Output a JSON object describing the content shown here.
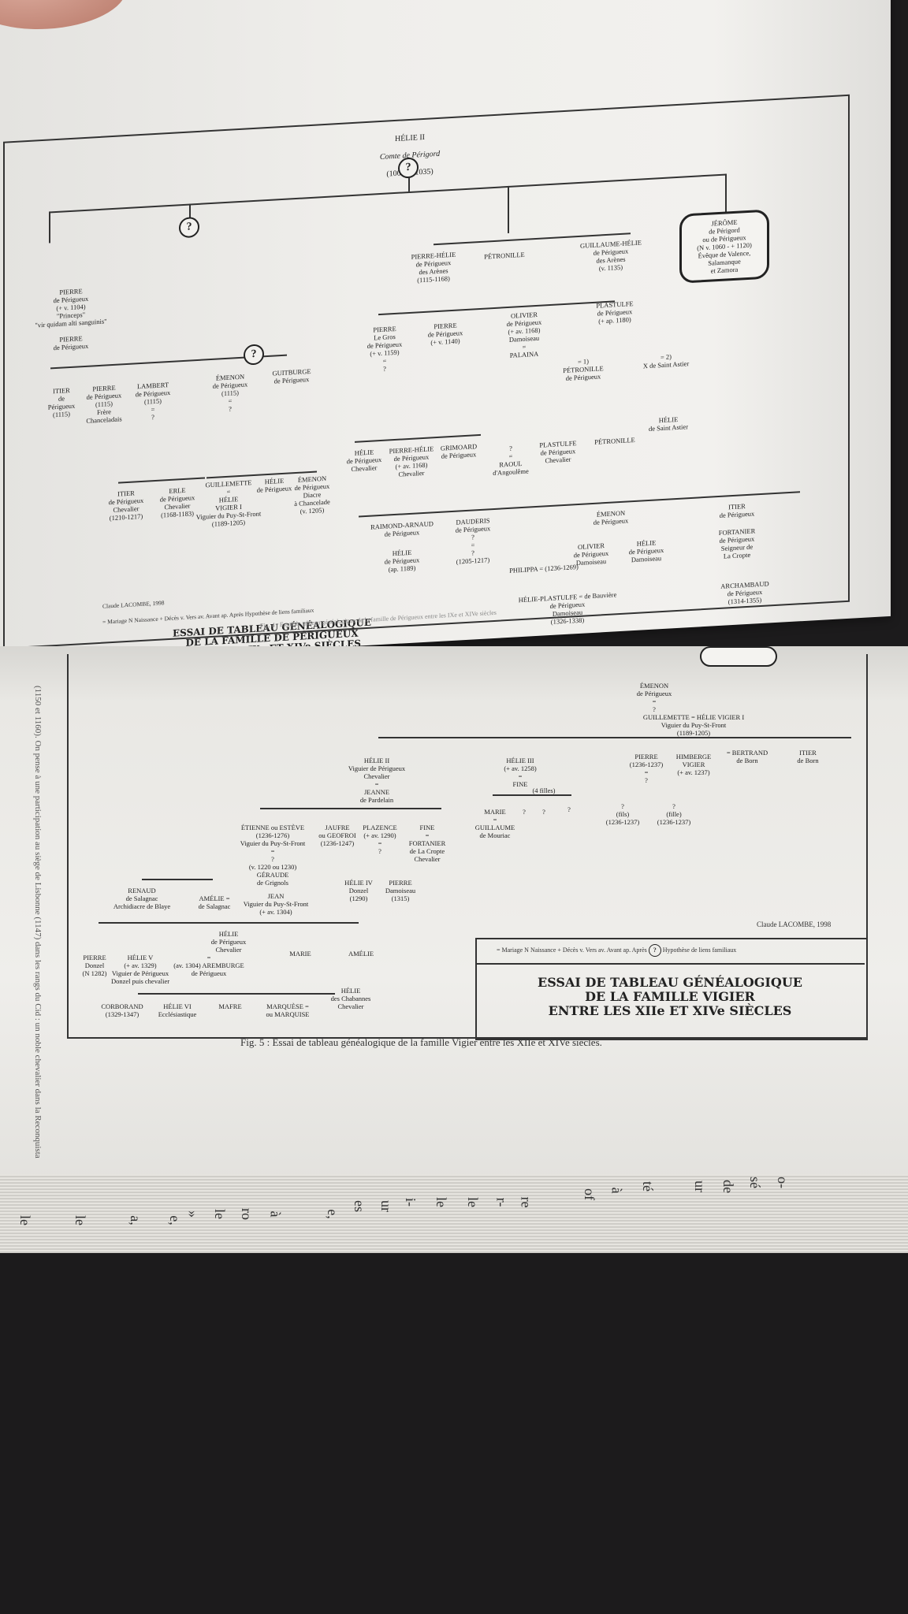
{
  "top_page": {
    "root": {
      "name": "HÉLIE II",
      "title": "Comte de Périgord",
      "dates": "(1008-v. 1035)"
    },
    "nodes_left": [
      {
        "id": "pierre1",
        "text": "PIERRE\nde Périgueux\n(+ v. 1104)\n\"Princeps\"\n\"vir quidam alti sanguinis\""
      },
      {
        "id": "pierre2",
        "text": "PIERRE\nde Périgueux"
      },
      {
        "id": "itier1",
        "text": "ITIER\nde\nPérigueux\n(1115)"
      },
      {
        "id": "pierre3",
        "text": "PIERRE\nde Périgueux\n(1115)\nFrère\nChanceladais"
      },
      {
        "id": "lambert",
        "text": "LAMBERT\nde Périgueux\n(1115)\n=\n?"
      },
      {
        "id": "emenon1",
        "text": "ÉMENON\nde Périgueux\n(1115)\n=\n?"
      },
      {
        "id": "guitburge",
        "text": "GUITBURGE\nde Périgueux"
      },
      {
        "id": "itier2",
        "text": "ITIER\nde Périgueux\nChevalier\n(1210-1217)"
      },
      {
        "id": "erle",
        "text": "ERLE\nde Périgueux\nChevalier\n(1168-1183)"
      },
      {
        "id": "guillemette1",
        "text": "GUILLEMETTE\n=\nHÉLIE\nVIGIER I\nViguier du Puy-St-Front\n(1189-1205)"
      },
      {
        "id": "helie1",
        "text": "HÉLIE\nde Périgueux"
      },
      {
        "id": "emenon2",
        "text": "ÉMENON\nde Périgueux\nDiacre\nà Chancelade\n(v. 1205)"
      }
    ],
    "nodes_right": [
      {
        "id": "pierrehelie",
        "text": "PIERRE-HÉLIE\nde Périgueux\ndes Arènes\n(1115-1168)"
      },
      {
        "id": "petronille1",
        "text": "PÉTRONILLE"
      },
      {
        "id": "guillaumehelie",
        "text": "GUILLAUME-HÉLIE\nde Périgueux\ndes Arènes\n(v. 1135)"
      },
      {
        "id": "pierre4",
        "text": "PIERRE\nLe Gros\nde Périgueux\n(+ v. 1159)\n=\n?"
      },
      {
        "id": "pierre5",
        "text": "PIERRE\nde Périgueux\n(+ v. 1140)"
      },
      {
        "id": "olivier1",
        "text": "OLIVIER\nde Périgueux\n(+ av. 1168)\nDamoiseau\n=\nPALAINA"
      },
      {
        "id": "plastulfe1",
        "text": "PLASTULFE\nde Périgueux\n(+ ap. 1180)"
      },
      {
        "id": "petronille2",
        "text": "= 1)\nPÉTRONILLE\nde Périgueux"
      },
      {
        "id": "xsaintastier",
        "text": "= 2)\nX de Saint Astier"
      },
      {
        "id": "helie2",
        "text": "HÉLIE\nde Périgueux\nChevalier"
      },
      {
        "id": "pierrehelie2",
        "text": "PIERRE-HÉLIE\nde Périgueux\n(+ av. 1168)\nChevalier"
      },
      {
        "id": "grimoard",
        "text": "GRIMOARD\nde Périgueux"
      },
      {
        "id": "raoul",
        "text": "?\n=\nRAOUL\nd'Angoulême"
      },
      {
        "id": "plastulfe2",
        "text": "PLASTULFE\nde Périgueux\nChevalier"
      },
      {
        "id": "petronille3",
        "text": "PÉTRONILLE"
      },
      {
        "id": "helie3",
        "text": "HÉLIE\nde Saint Astier"
      }
    ],
    "jerome": "JÉRÔME\nde Périgord\nou de Périgueux\n(N v. 1060 - + 1120)\nÉvêque de Valence,\nSalamanque\net Zamora",
    "bottom_nodes": [
      {
        "id": "raimond",
        "text": "RAIMOND-ARNAUD\nde Périgueux"
      },
      {
        "id": "helie4",
        "text": "HÉLIE\nde Périgueux\n(ap. 1189)"
      },
      {
        "id": "dauderis",
        "text": "DAUDERIS\nde Périgueux\n?\n=\n?\n(1205-1217)"
      },
      {
        "id": "philippa",
        "text": "PHILIPPA  =  (1236-1269)"
      },
      {
        "id": "emenon3",
        "text": "ÉMENON\nde Périgueux"
      },
      {
        "id": "olivier2",
        "text": "OLIVIER\nde Périgueux\nDamoiseau"
      },
      {
        "id": "helie5",
        "text": "HÉLIE\nde Périgueux\nDamoiseau"
      },
      {
        "id": "itier3",
        "text": "ITIER\nde Périgueux"
      },
      {
        "id": "fortanier1",
        "text": "FORTANIER\nde Périgueux\nSeigneur de\nLa Cropte"
      },
      {
        "id": "archambaud",
        "text": "ARCHAMBAUD\nde Périgueux\n(1314-1355)"
      },
      {
        "id": "helieplastulfe",
        "text": "HÉLIE-PLASTULFE  =  de Bauvière\nde Périgueux\nDamoiseau\n(1326-1338)"
      }
    ],
    "author": "Claude LACOMBE, 1998",
    "legend": "= Mariage  N Naissance  + Décès  v. Vers  av. Avant  ap. Après  Hypothèse de liens familiaux",
    "title": [
      "ESSAI DE TABLEAU GÉNÉALOGIQUE",
      "DE LA FAMILLE DE PÉRIGUEUX",
      "ENTRE LES IXe ET XIVe SIÈCLES"
    ],
    "caption": "Fig. 4 : Essai de tableau généalogique de la famille de Périgueux entre les IXe et XIVe siècles"
  },
  "bottom_page": {
    "nodes": [
      {
        "id": "guillemette2",
        "text": "GUILLEMETTE  =  HÉLIE VIGIER I\nViguier du Puy-St-Front\n(1189-1205)"
      },
      {
        "id": "emenon4",
        "text": "ÉMENON\nde Périgueux\n=\n?"
      },
      {
        "id": "helie_ii",
        "text": "HÉLIE II\nViguier de Périgueux\nChevalier\n=\nJEANNE\nde Pardelain"
      },
      {
        "id": "helie_iii",
        "text": "HÉLIE III\n(+ av. 1258)\n=\nFINE"
      },
      {
        "id": "pierre6",
        "text": "PIERRE\n(1236-1237)\n=\n?"
      },
      {
        "id": "himberge",
        "text": "HIMBERGE\nVIGIER\n(+ av. 1237)"
      },
      {
        "id": "bertrand",
        "text": "= BERTRAND\nde Born"
      },
      {
        "id": "itier4",
        "text": "ITIER\nde Born"
      },
      {
        "id": "filles",
        "text": "(4 filles)"
      },
      {
        "id": "marie1",
        "text": "MARIE\n=\nGUILLAUME\nde Mouriac"
      },
      {
        "id": "q1",
        "text": "?"
      },
      {
        "id": "q2",
        "text": "?"
      },
      {
        "id": "q3",
        "text": "?"
      },
      {
        "id": "fils",
        "text": "?\n(fils)\n(1236-1237)"
      },
      {
        "id": "fille",
        "text": "?\n(fille)\n(1236-1237)"
      },
      {
        "id": "etienne",
        "text": "ÉTIENNE ou ESTÈVE\n(1236-1276)\nViguier du Puy-St-Front\n=\n?\n(v. 1220 ou 1230)\nGÉRAUDE\nde Grignols"
      },
      {
        "id": "jaufre",
        "text": "JAUFRE\nou GEOFROI\n(1236-1247)"
      },
      {
        "id": "plazence",
        "text": "PLAZENCE\n(+ av. 1290)\n=\n?"
      },
      {
        "id": "fine",
        "text": "FINE\n=\nFORTANIER\nde La Cropte\nChevalier"
      },
      {
        "id": "helie_iv",
        "text": "HÉLIE IV\nDonzel\n(1290)"
      },
      {
        "id": "pierre7",
        "text": "PIERRE\nDamoiseau\n(1315)"
      },
      {
        "id": "renaud",
        "text": "RENAUD\nde Salagnac\nArchidiacre de Blaye"
      },
      {
        "id": "amelie1",
        "text": "AMÉLIE  =\nde Salagnac"
      },
      {
        "id": "jean",
        "text": "JEAN\nViguier du Puy-St-Front\n(+ av. 1304)"
      },
      {
        "id": "pierre8",
        "text": "PIERRE\nDonzel\n(N 1282)"
      },
      {
        "id": "helie_v",
        "text": "HÉLIE V\n(+ av. 1329)\nViguier de Périgueux\nDonzel puis chevalier"
      },
      {
        "id": "aremburge",
        "text": "=\n(av. 1304)  AREMBURGE\nde Périgueux"
      },
      {
        "id": "helie6",
        "text": "HÉLIE\nde Périgueux\nChevalier"
      },
      {
        "id": "marie2",
        "text": "MARIE"
      },
      {
        "id": "amelie2",
        "text": "AMÉLIE"
      },
      {
        "id": "corborand",
        "text": "CORBORAND\n(1329-1347)"
      },
      {
        "id": "helie_vi",
        "text": "HÉLIE VI\nEcclésiastique"
      },
      {
        "id": "mafre",
        "text": "MAFRE"
      },
      {
        "id": "marquese",
        "text": "MARQUÈSE  =\nou MARQUISE"
      },
      {
        "id": "helie7",
        "text": "HÉLIE\ndes Chabannes\nChevalier"
      }
    ],
    "author": "Claude LACOMBE, 1998",
    "legend": "= Mariage  N Naissance  + Décès  v. Vers  av. Avant  ap. Après",
    "legend_tail": "Hypothèse de liens familiaux",
    "title": [
      "ESSAI DE TABLEAU GÉNÉALOGIQUE",
      "DE LA FAMILLE VIGIER",
      "ENTRE LES XIIe ET XIVe SIÈCLES"
    ],
    "caption": "Fig. 5 : Essai de tableau généalogique de la famille Vigier entre les XIIe et XIVe siècles.",
    "margin": "(1150 et 1160). On pense à une participation au siège de Lisbonne (1147) dans les rangs du Cid : un noble chevalier dans la Reconquista",
    "edge_letters": [
      "le",
      "le",
      "a,",
      "e,",
      "»",
      "le",
      "ro",
      "à",
      "e,",
      "es",
      "ur",
      "i-",
      "le",
      "le",
      "r-",
      "re",
      "of",
      "à",
      "té",
      "ur",
      "de",
      "sé",
      "o-"
    ]
  }
}
